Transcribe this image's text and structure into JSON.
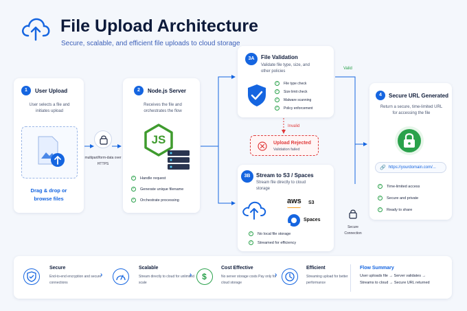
{
  "header": {
    "title": "File Upload Architecture",
    "subtitle": "Secure, scalable, and efficient file uploads to cloud storage",
    "logo_icon": "cloud-upload-icon"
  },
  "steps": {
    "upload": {
      "badge": "1",
      "title": "User Upload",
      "desc": "User selects a file and initiates upload",
      "action": "Drag & drop or browse files"
    },
    "transfer": {
      "label": "multipart/form-data over HTTPS"
    },
    "server": {
      "badge": "2",
      "title": "Node.js Server",
      "desc": "Receives the file and orchestrates the flow",
      "logo": "JS",
      "items": [
        "Handle request",
        "Generate unique filename",
        "Orchestrate processing"
      ]
    },
    "validation": {
      "badge": "3A",
      "title": "File Validation",
      "desc": "Validate file type, size, and other policies",
      "items": [
        "File type check",
        "Size limit check",
        "Malware scanning",
        "Policy enforcement"
      ]
    },
    "valid_label": "Valid",
    "invalid_label": "Invalid",
    "rejected": {
      "title": "Upload Rejected",
      "desc": "Validation failed"
    },
    "stream": {
      "badge": "3B",
      "title": "Stream to S3 / Spaces",
      "desc": "Stream file directly to cloud storage",
      "aws": "aws",
      "s3": "S3",
      "spaces": "Spaces",
      "items": [
        "No local file storage",
        "Streamed for efficiency"
      ]
    },
    "secure_conn": "Secure Connection",
    "url": {
      "badge": "4",
      "title": "Secure URL Generated",
      "desc": "Return a secure, time-limited URL for accessing the file",
      "link": "https://yourdomain.com/...",
      "items": [
        "Time-limited access",
        "Secure and private",
        "Ready to share"
      ]
    }
  },
  "footer": {
    "features": [
      {
        "title": "Secure",
        "desc": "End-to-end encryption and secure connections"
      },
      {
        "title": "Scalable",
        "desc": "Stream directly to cloud for unlimited scale"
      },
      {
        "title": "Cost Effective",
        "desc": "No server storage costs Pay only for cloud storage",
        "symbol": "$"
      },
      {
        "title": "Efficient",
        "desc": "Streaming upload for better performance"
      }
    ],
    "summary_title": "Flow Summary",
    "summary_line1": "User uploads file → Server validates →",
    "summary_line2": "Streams to cloud → Secure URL returned"
  },
  "colors": {
    "accent": "#1565e0",
    "success": "#2aa14b",
    "danger": "#e03a3a",
    "node": "#3f9b2e"
  }
}
